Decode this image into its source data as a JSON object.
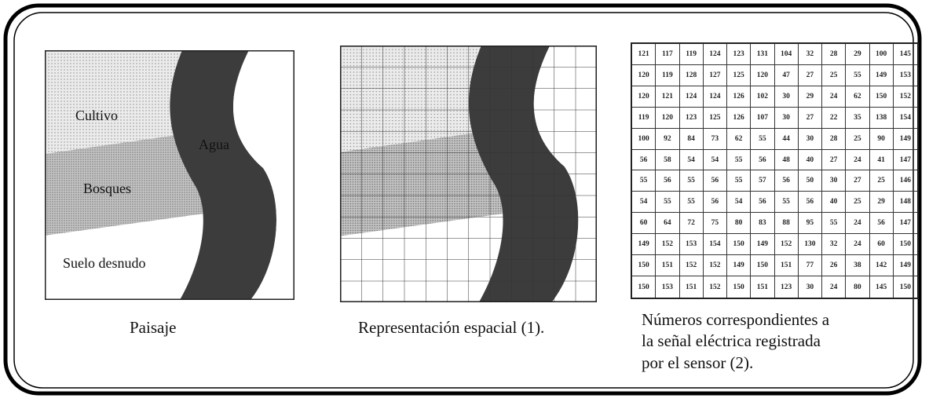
{
  "panels": {
    "landscape": {
      "caption": "Paisaje",
      "labels": {
        "cultivo": "Cultivo",
        "agua": "Agua",
        "bosques": "Bosques",
        "suelo": "Suelo desnudo"
      }
    },
    "spatial": {
      "caption": "Representación espacial (1)."
    },
    "numbers": {
      "caption_lines": [
        "Números correspondientes a",
        "la señal eléctrica registrada",
        "por el sensor (2)."
      ],
      "grid": [
        [
          "121",
          "117",
          "119",
          "124",
          "123",
          "131",
          "104",
          "32",
          "28",
          "29",
          "100",
          "145"
        ],
        [
          "120",
          "119",
          "128",
          "127",
          "125",
          "120",
          "47",
          "27",
          "25",
          "55",
          "149",
          "153"
        ],
        [
          "120",
          "121",
          "124",
          "124",
          "126",
          "102",
          "30",
          "29",
          "24",
          "62",
          "150",
          "152"
        ],
        [
          "119",
          "120",
          "123",
          "125",
          "126",
          "107",
          "30",
          "27",
          "22",
          "35",
          "138",
          "154"
        ],
        [
          "100",
          "92",
          "84",
          "73",
          "62",
          "55",
          "44",
          "30",
          "28",
          "25",
          "90",
          "149"
        ],
        [
          "56",
          "58",
          "54",
          "54",
          "55",
          "56",
          "48",
          "40",
          "27",
          "24",
          "41",
          "147"
        ],
        [
          "55",
          "56",
          "55",
          "56",
          "55",
          "57",
          "56",
          "50",
          "30",
          "27",
          "25",
          "146"
        ],
        [
          "54",
          "55",
          "55",
          "56",
          "54",
          "56",
          "55",
          "56",
          "40",
          "25",
          "29",
          "148"
        ],
        [
          "60",
          "64",
          "72",
          "75",
          "80",
          "83",
          "88",
          "95",
          "55",
          "24",
          "56",
          "147"
        ],
        [
          "149",
          "152",
          "153",
          "154",
          "150",
          "149",
          "152",
          "130",
          "32",
          "24",
          "60",
          "150"
        ],
        [
          "150",
          "151",
          "152",
          "152",
          "149",
          "150",
          "151",
          "77",
          "26",
          "38",
          "142",
          "149"
        ],
        [
          "150",
          "153",
          "151",
          "152",
          "150",
          "151",
          "123",
          "30",
          "24",
          "80",
          "145",
          "150"
        ]
      ]
    }
  },
  "colors": {
    "water": "#3f3f3f",
    "forest": "#c8c8c8",
    "crop": "#e6e6e6",
    "bare": "#ffffff"
  }
}
